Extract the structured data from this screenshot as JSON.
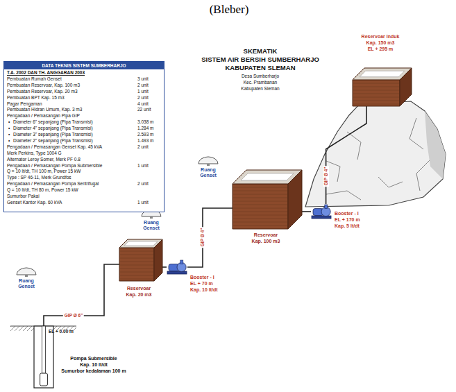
{
  "diagram": {
    "title": "SKEMATIK",
    "nodes": [
      {
        "text": [
          "Pompa Submersible",
          "Kap. 10 lt/dt",
          "Sumurbor kedalaman 100 m"
        ]
      },
      {
        "text": [
          "Reservoar",
          "Kap. 20 m3"
        ]
      },
      {
        "text": [
          "Booster - I",
          "EL + 70 m",
          "Kap. 10 lt/dt"
        ]
      },
      {
        "text": [
          "Reservoar",
          "Kap. 100 m3"
        ]
      },
      {
        "text": [
          "Booster - I",
          "EL + 170 m",
          "Kap. 5 lt/dt"
        ]
      },
      {
        "text": [
          "Reservoar Induk",
          "Kap. 150 m3",
          "EL + 295 m"
        ]
      },
      {
        "text": [
          "DATA TEKNIS SISTEM SUMBERHARJO"
        ]
      }
    ],
    "edges": [
      {
        "from": 0,
        "to": 1,
        "arrow": "none",
        "label": "GIP Ø 6\""
      },
      {
        "from": 1,
        "to": 2,
        "arrow": "none"
      },
      {
        "from": 2,
        "to": 3,
        "arrow": "none",
        "label": "GIP Ø 4\""
      },
      {
        "from": 3,
        "to": 4,
        "arrow": "none"
      },
      {
        "from": 4,
        "to": 5,
        "arrow": "none",
        "label": "GIP Ø 4\""
      }
    ],
    "labels": [
      "(Bleber)",
      "SISTEM AIR BERSIH SUMBERHARJO",
      "KABUPATEN SLEMAN",
      "Desa Sumberharjo",
      "Kec. Prambanan",
      "Kabupaten Sleman",
      "Ruang Genset",
      "Ruang Genset",
      "Ruang Genset",
      "EL + 0.00 m",
      "T.A. 2002 DAN TH. ANGGARAN 2003",
      "Pembuatan Rumah Genset",
      "3 unit",
      "Pembuatan Reservoar, Kap. 100 m3",
      "2 unit",
      "Pembuatan Reservoar, Kap. 20 m3",
      "1 unit",
      "Pembuatan BPT Kap. 15 m3",
      "2 unit",
      "Pagar Pengaman",
      "4 unit",
      "Pembuatan Hidran Umum, Kap. 3 m3",
      "22 unit",
      "Pengadaan / Pemasangan Pipa GIP",
      "•",
      "Diameter 6\" sepanjang (Pipa Transmisi)",
      "3.038 m",
      "•",
      "Diameter 4\" sepanjang (Pipa Transmisi)",
      "1.284 m",
      "•",
      "Diameter 3\" sepanjang (Pipa Transmisi)",
      "2.593 m",
      "•",
      "Diameter 2\" sepanjang (Pipa Transmisi)",
      "1.493 m",
      "Pengadaan / Pemasangan Genset Kap. 45 kVA",
      "2 unit",
      "Merk Perkins, Type 1004 G",
      "Alternator Leroy Somer, Merk PF 0.8",
      "Pengadaan / Pemasangan Pompa Submersible",
      "1 unit",
      "Q = 10 lt/dt, TH 100 m, Power 15 kW",
      "Type : SP 46-11, Merk Grundfos",
      "Pengadaan / Pemasangan Pompa Sentrifugal",
      "2 unit",
      "Q = 10 lt/dt, TH 80 m, Power 15 kW",
      "Sumurbor Pakai",
      "Genset Kantor Kap. 60 kVA",
      "1 unit"
    ]
  }
}
